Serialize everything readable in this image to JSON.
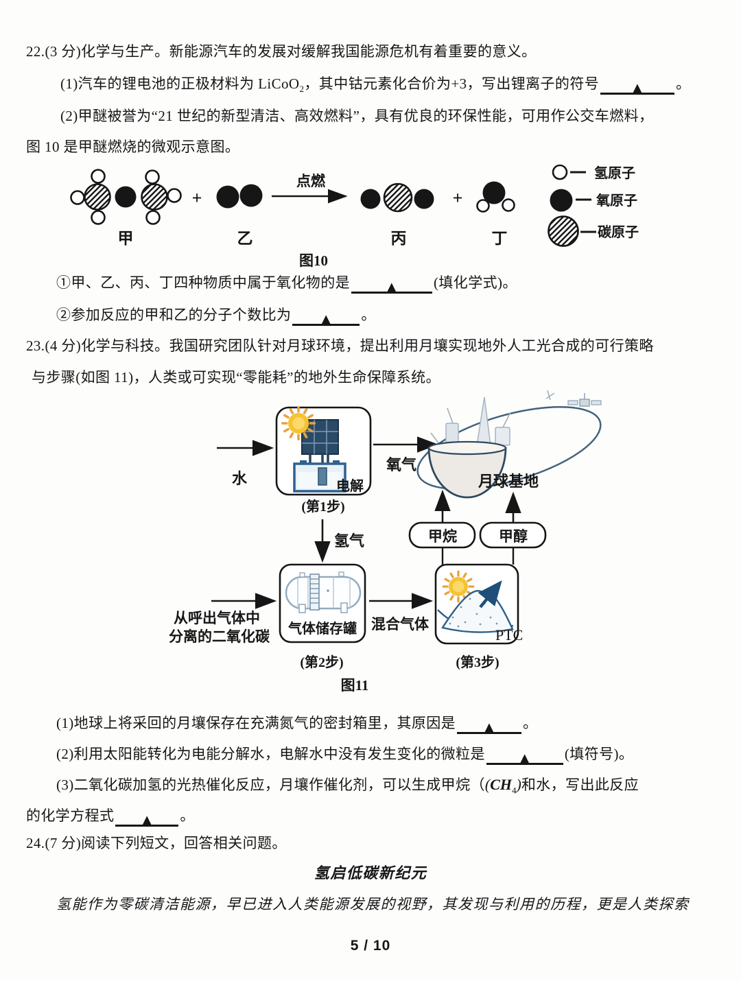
{
  "page": {
    "footer": "5 / 10"
  },
  "glyphs": {
    "triangle": "▲"
  },
  "colors": {
    "ink": "#161616",
    "sun_yellow": "#f6c330",
    "sun_ray": "#e8a23c",
    "panel_navy": "#2b4a66",
    "cell_blue": "#2e6090",
    "sketch_blue": "#93abbe",
    "ptc_blue": "#2d5f86",
    "dome_ink": "#2f4960"
  },
  "q22": {
    "intro": "22.(3 分)化学与生产。新能源汽车的发展对缓解我国能源危机有着重要的意义。",
    "s1": {
      "pre": "(1)汽车的锂电池的正极材料为 LiCoO",
      "sub": "2",
      "mid": "，其中钴元素化合价为+3，写出锂离子的符号",
      "end": "。"
    },
    "s2a": "(2)甲醚被誉为“21 世纪的新型清洁、高效燃料”，具有优良的环保性能，可用作公交车燃料，",
    "s2b": "图 10 是甲醚燃烧的微观示意图。",
    "q1": {
      "pre": "①甲、乙、丙、丁四种物质中属于氧化物的是",
      "end": "(填化学式)。"
    },
    "q2": {
      "pre": "②参加反应的甲和乙的分子个数比为",
      "end": "。"
    }
  },
  "fig10": {
    "caption": "图10",
    "plus": "+",
    "condition": "点燃",
    "labels": {
      "jia": "甲",
      "yi": "乙",
      "bing": "丙",
      "ding": "丁"
    },
    "legend": {
      "hydrogen": "氢原子",
      "oxygen": "氧原子",
      "carbon": "碳原子"
    }
  },
  "q23": {
    "intro1": "23.(4 分)化学与科技。我国研究团队针对月球环境，提出利用月壤实现地外人工光合成的可行策略",
    "intro2": "与步骤(如图 11)，人类或可实现“零能耗”的地外生命保障系统。",
    "s1": {
      "pre": "(1)地球上将采回的月壤保存在充满氮气的密封箱里，其原因是",
      "end": "。"
    },
    "s2": {
      "pre": "(2)利用太阳能转化为电能分解水，电解水中没有发生变化的微粒是",
      "end": "(填符号)。"
    },
    "s3": {
      "pre": "(3)二氧化碳加氢的光热催化反应，月壤作催化剂，可以生成甲烷（",
      "open": "(",
      "formula": "CH",
      "formula_sub": "4",
      "close": ")",
      "mid": "和水，写出此反应"
    },
    "s3b": {
      "pre": "的化学方程式",
      "end": "。"
    }
  },
  "fig11": {
    "caption": "图11",
    "water": "水",
    "oxygen": "氧气",
    "hydrogen": "氢气",
    "electrolysis": "电解",
    "step1": "(第1步)",
    "step2": "(第2步)",
    "step3": "(第3步)",
    "moon_base": "月球基地",
    "methane": "甲烷",
    "methanol": "甲醇",
    "co2_line1": "从呼出气体中",
    "co2_line2": "分离的二氧化碳",
    "tank": "气体储存罐",
    "mixed_gas": "混合气体",
    "ptc": "PTC"
  },
  "q24": {
    "intro": "24.(7 分)阅读下列短文，回答相关问题。",
    "essay_title": "氢启低碳新纪元",
    "essay_line1": "氢能作为零碳清洁能源，早已进入人类能源发展的视野，其发现与利用的历程，更是人类探索"
  }
}
